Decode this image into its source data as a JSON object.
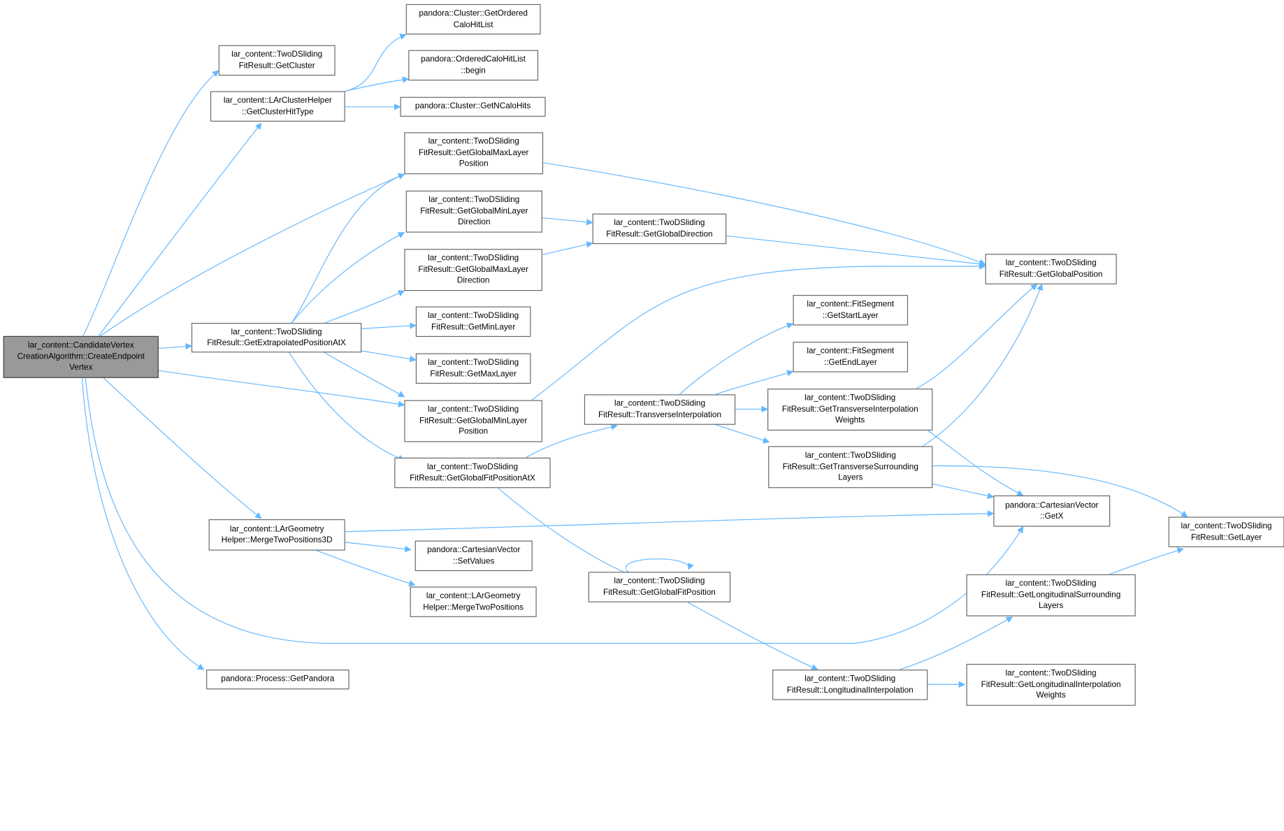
{
  "colors": {
    "edge": "#63b8ff",
    "root_fill": "#999999",
    "node_border": "#666666"
  },
  "nodes": {
    "root": "lar_content::CandidateVertex\nCreationAlgorithm::CreateEndpoint\nVertex",
    "get_cluster": "lar_content::TwoDSliding\nFitResult::GetCluster",
    "get_cluster_hit_type": "lar_content::LArClusterHelper\n::GetClusterHitType",
    "get_ordered_calo_hit_list": "pandora::Cluster::GetOrdered\nCaloHitList",
    "ordered_begin": "pandora::OrderedCaloHitList\n::begin",
    "get_n_calo_hits": "pandora::Cluster::GetNCaloHits",
    "get_global_max_layer_position": "lar_content::TwoDSliding\nFitResult::GetGlobalMaxLayer\nPosition",
    "get_global_min_layer_direction": "lar_content::TwoDSliding\nFitResult::GetGlobalMinLayer\nDirection",
    "get_global_max_layer_direction": "lar_content::TwoDSliding\nFitResult::GetGlobalMaxLayer\nDirection",
    "get_global_direction": "lar_content::TwoDSliding\nFitResult::GetGlobalDirection",
    "get_global_position": "lar_content::TwoDSliding\nFitResult::GetGlobalPosition",
    "get_extrapolated_position_at_x": "lar_content::TwoDSliding\nFitResult::GetExtrapolatedPositionAtX",
    "get_min_layer": "lar_content::TwoDSliding\nFitResult::GetMinLayer",
    "get_max_layer": "lar_content::TwoDSliding\nFitResult::GetMaxLayer",
    "get_global_min_layer_position": "lar_content::TwoDSliding\nFitResult::GetGlobalMinLayer\nPosition",
    "get_global_fit_position_at_x": "lar_content::TwoDSliding\nFitResult::GetGlobalFitPositionAtX",
    "get_start_layer": "lar_content::FitSegment\n::GetStartLayer",
    "get_end_layer": "lar_content::FitSegment\n::GetEndLayer",
    "transverse_interpolation": "lar_content::TwoDSliding\nFitResult::TransverseInterpolation",
    "get_transverse_interpolation_weights": "lar_content::TwoDSliding\nFitResult::GetTransverseInterpolation\nWeights",
    "get_transverse_surrounding_layers": "lar_content::TwoDSliding\nFitResult::GetTransverseSurrounding\nLayers",
    "cartesian_get_x": "pandora::CartesianVector\n::GetX",
    "get_layer": "lar_content::TwoDSliding\nFitResult::GetLayer",
    "merge_two_positions_3d": "lar_content::LArGeometry\nHelper::MergeTwoPositions3D",
    "set_values": "pandora::CartesianVector\n::SetValues",
    "merge_two_positions": "lar_content::LArGeometry\nHelper::MergeTwoPositions",
    "get_global_fit_position": "lar_content::TwoDSliding\nFitResult::GetGlobalFitPosition",
    "get_longitudinal_surrounding_layers": "lar_content::TwoDSliding\nFitResult::GetLongitudinalSurrounding\nLayers",
    "get_pandora": "pandora::Process::GetPandora",
    "longitudinal_interpolation": "lar_content::TwoDSliding\nFitResult::LongitudinalInterpolation",
    "get_longitudinal_interpolation_weights": "lar_content::TwoDSliding\nFitResult::GetLongitudinalInterpolation\nWeights"
  }
}
